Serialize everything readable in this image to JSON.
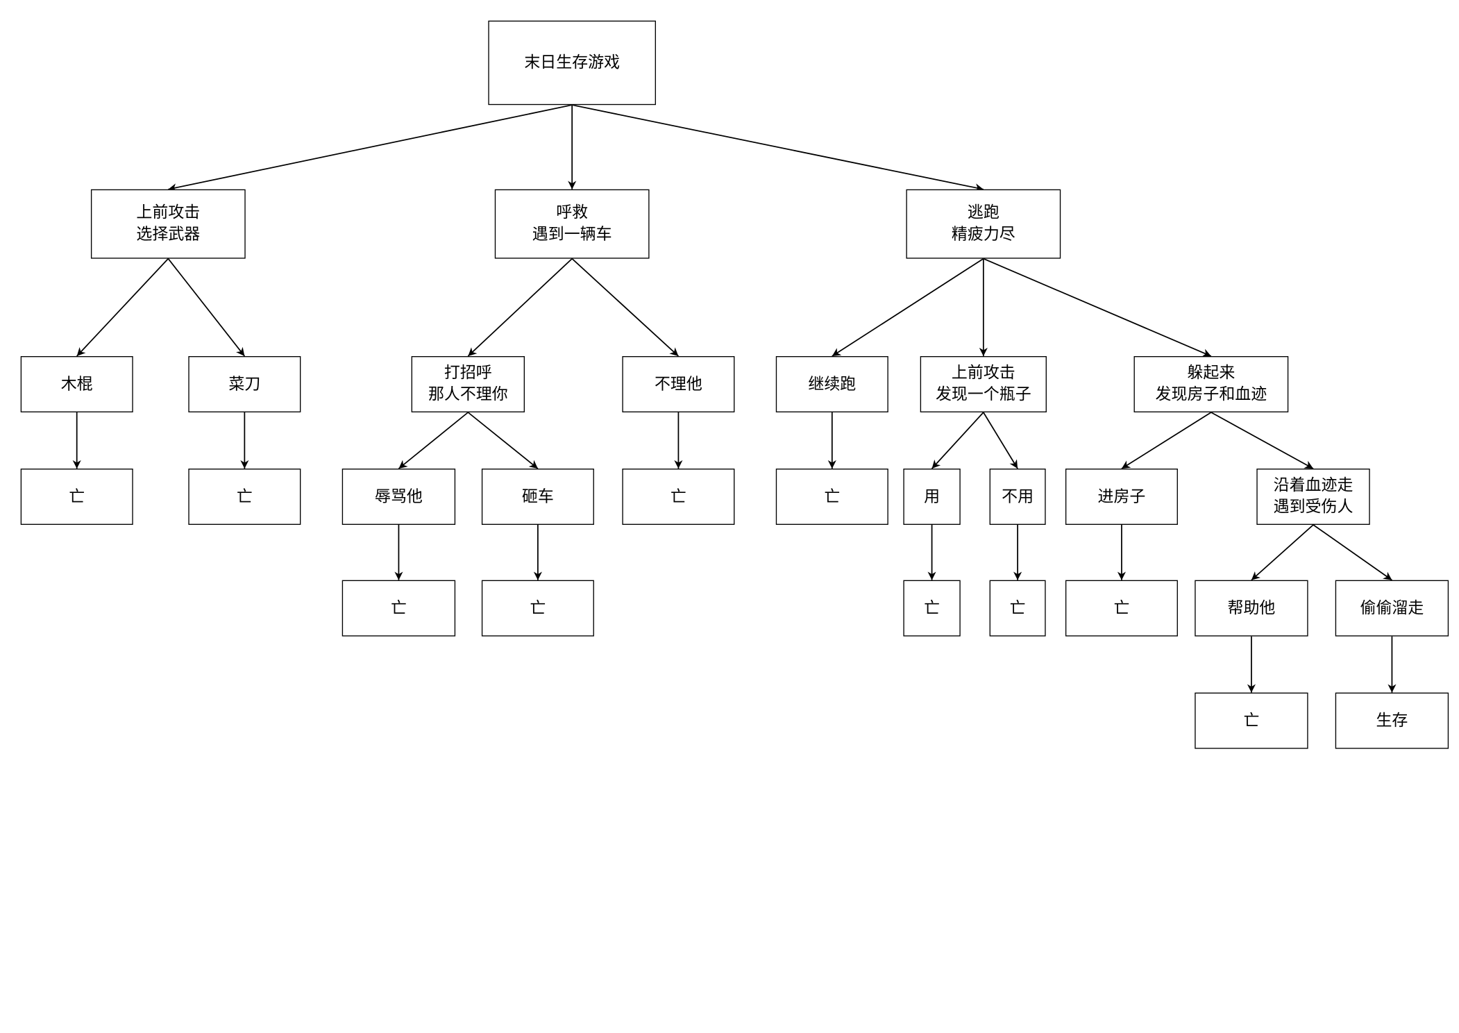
{
  "diagram": {
    "nodes": {
      "root": "末日生存游戏",
      "a": "上前攻击\n选择武器",
      "b": "呼救\n遇到一辆车",
      "c": "逃跑\n精疲力尽",
      "a1": "木棍",
      "a2": "菜刀",
      "a1x": "亡",
      "a2x": "亡",
      "b1": "打招呼\n那人不理你",
      "b2": "不理他",
      "b2x": "亡",
      "b1a": "辱骂他",
      "b1b": "砸车",
      "b1ax": "亡",
      "b1bx": "亡",
      "c1": "继续跑",
      "c1x": "亡",
      "c2": "上前攻击\n发现一个瓶子",
      "c2a": "用",
      "c2b": "不用",
      "c2ax": "亡",
      "c2bx": "亡",
      "c3": "躲起来\n发现房子和血迹",
      "c3a": "进房子",
      "c3ax": "亡",
      "c3b": "沿着血迹走\n遇到受伤人",
      "c3b1": "帮助他",
      "c3b2": "偷偷溜走",
      "c3b1x": "亡",
      "c3b2x": "生存"
    },
    "edges": [
      [
        "root",
        "a"
      ],
      [
        "root",
        "b"
      ],
      [
        "root",
        "c"
      ],
      [
        "a",
        "a1"
      ],
      [
        "a",
        "a2"
      ],
      [
        "a1",
        "a1x"
      ],
      [
        "a2",
        "a2x"
      ],
      [
        "b",
        "b1"
      ],
      [
        "b",
        "b2"
      ],
      [
        "b2",
        "b2x"
      ],
      [
        "b1",
        "b1a"
      ],
      [
        "b1",
        "b1b"
      ],
      [
        "b1a",
        "b1ax"
      ],
      [
        "b1b",
        "b1bx"
      ],
      [
        "c",
        "c1"
      ],
      [
        "c",
        "c2"
      ],
      [
        "c",
        "c3"
      ],
      [
        "c1",
        "c1x"
      ],
      [
        "c2",
        "c2a"
      ],
      [
        "c2",
        "c2b"
      ],
      [
        "c2a",
        "c2ax"
      ],
      [
        "c2b",
        "c2bx"
      ],
      [
        "c3",
        "c3a"
      ],
      [
        "c3",
        "c3b"
      ],
      [
        "c3a",
        "c3ax"
      ],
      [
        "c3b",
        "c3b1"
      ],
      [
        "c3b",
        "c3b2"
      ],
      [
        "c3b1",
        "c3b1x"
      ],
      [
        "c3b2",
        "c3b2x"
      ]
    ]
  }
}
